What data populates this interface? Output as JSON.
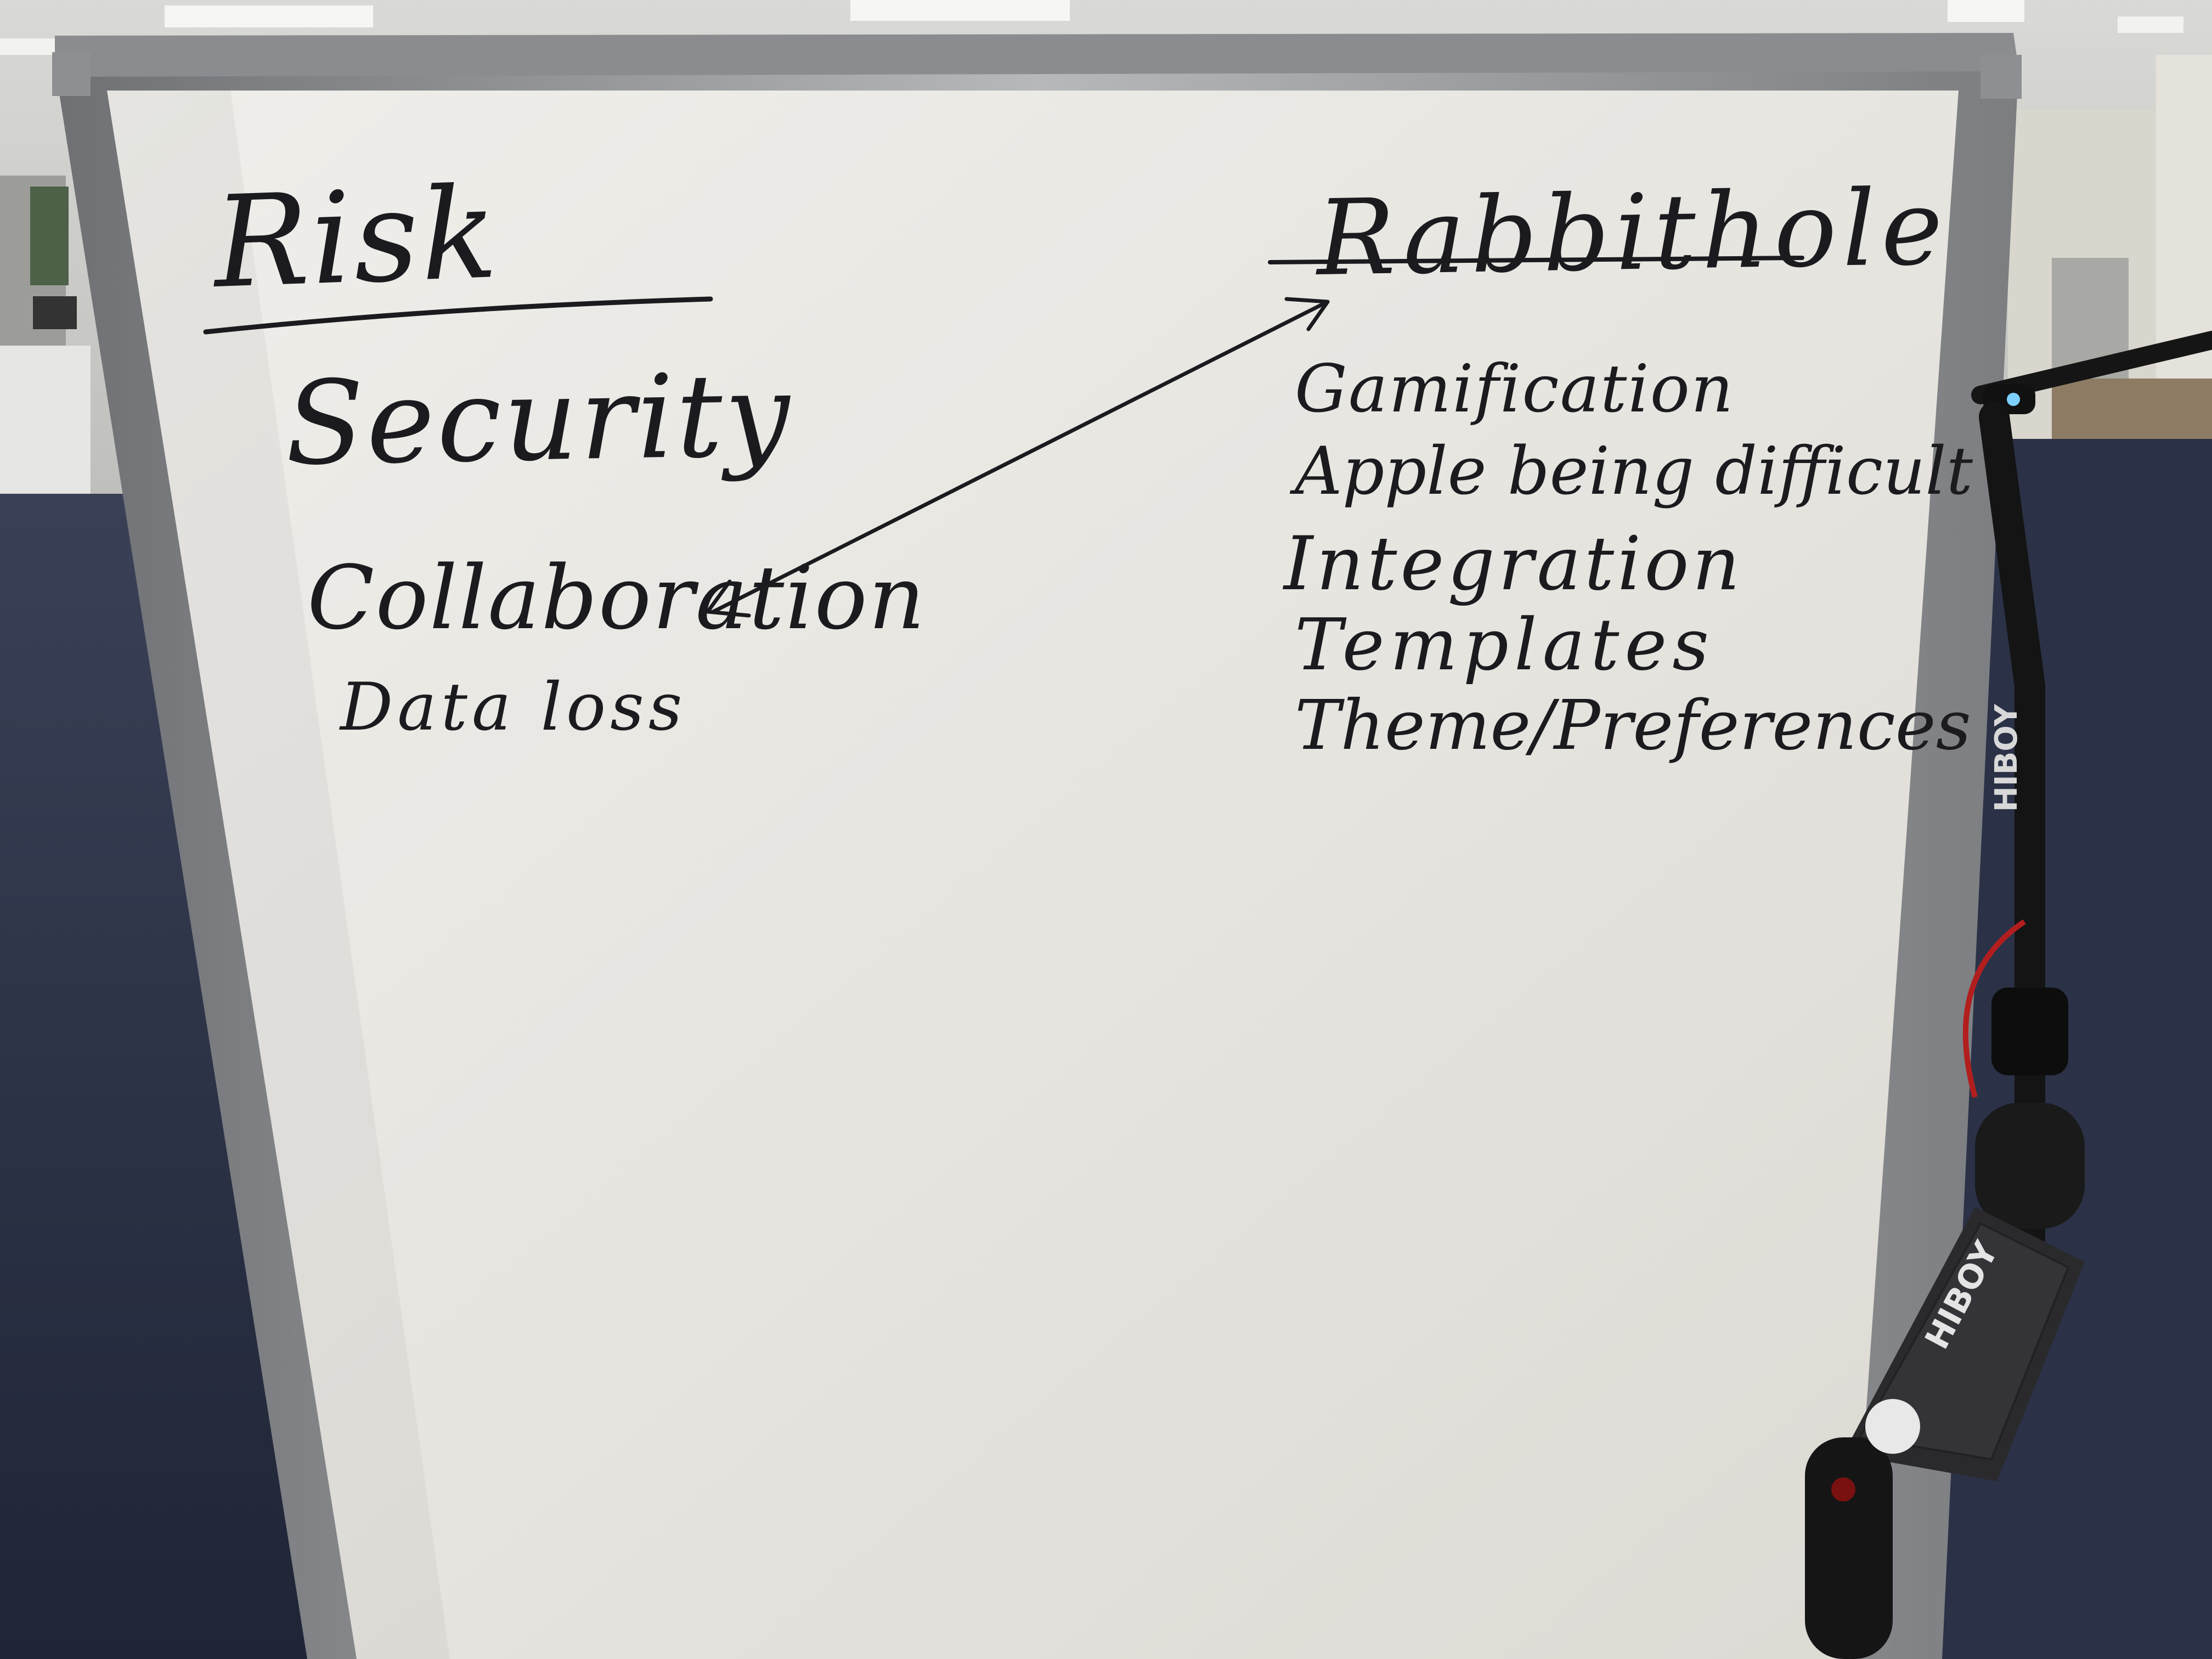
{
  "whiteboard": {
    "risk": {
      "title": "Risk",
      "items": [
        "Security",
        "Collaboration",
        "Data loss"
      ]
    },
    "rabbithole": {
      "title": "Rabbithole",
      "items": [
        "Gamification",
        "Apple being difficult",
        "Integration",
        "Templates",
        "Theme/Preferences"
      ]
    },
    "arrow": {
      "from": "Collaboration",
      "to": "Rabbithole"
    }
  },
  "scooter": {
    "brand": "HIBOY"
  },
  "colors": {
    "marker": "#1b1b1f",
    "board": "#e8e6e2",
    "frame": "#9a9ca0",
    "carpet": "#2a3148"
  }
}
